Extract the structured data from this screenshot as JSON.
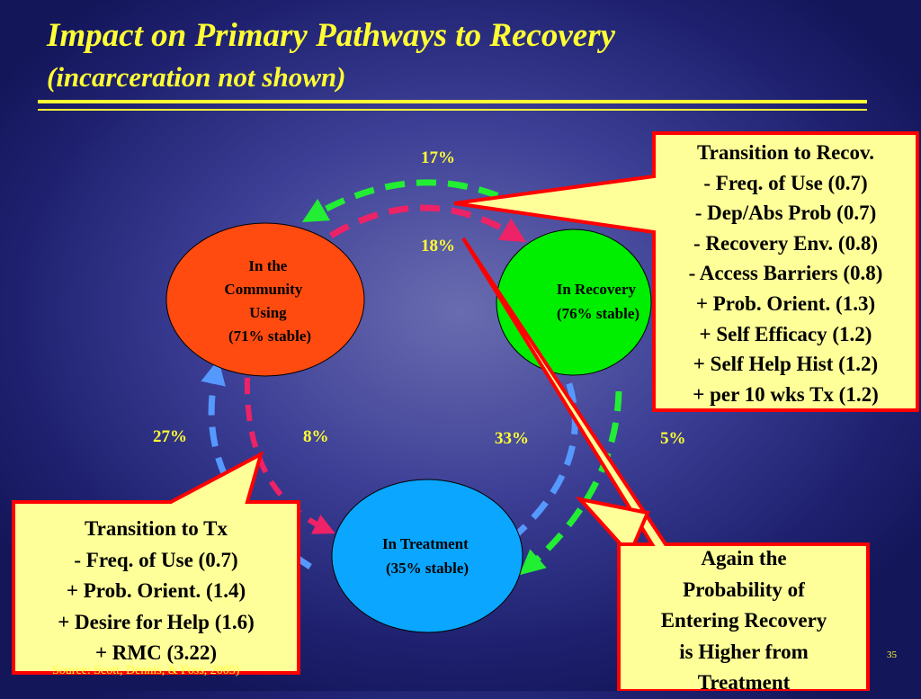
{
  "title": "Impact on Primary Pathways to Recovery",
  "subtitle": "(incarceration not shown)",
  "nodes": {
    "community": {
      "lines": [
        "In the",
        "Community",
        "Using",
        "(71% stable)"
      ],
      "color": "#ff4b10"
    },
    "recovery": {
      "lines": [
        "In Recovery",
        "(76% stable)"
      ],
      "color": "#00ee00"
    },
    "treatment": {
      "lines": [
        "In Treatment",
        "(35% stable)"
      ],
      "color": "#0aa6ff"
    }
  },
  "percentages": {
    "top_green": "17%",
    "top_red": "18%",
    "left_blue": "27%",
    "left_red": "8%",
    "right_blue": "33%",
    "right_green": "5%"
  },
  "arrow_colors": {
    "green": "#22ee33",
    "red": "#ee2266",
    "blue": "#5599ff"
  },
  "callouts": {
    "recovery": {
      "lines": [
        "Transition to Recov.",
        "- Freq. of Use (0.7)",
        "- Dep/Abs Prob (0.7)",
        "- Recovery Env. (0.8)",
        "- Access Barriers (0.8)",
        "+ Prob. Orient. (1.3)",
        "+ Self Efficacy (1.2)",
        "+ Self Help Hist (1.2)",
        "+  per 10 wks Tx (1.2)"
      ]
    },
    "treatment": {
      "lines": [
        "Transition to Tx",
        "- Freq. of Use (0.7)",
        "+ Prob. Orient. (1.4)",
        "+ Desire for Help (1.6)",
        "+ RMC (3.22)"
      ]
    },
    "again": {
      "lines": [
        "Again the",
        "Probability of",
        "Entering Recovery",
        "is Higher from",
        "Treatment"
      ]
    }
  },
  "callout_fill": "#ffff99",
  "callout_border": "#ff0000",
  "footnote": "Source: Scott, Dennis, & Foss, 2005)",
  "slide_number": "35"
}
